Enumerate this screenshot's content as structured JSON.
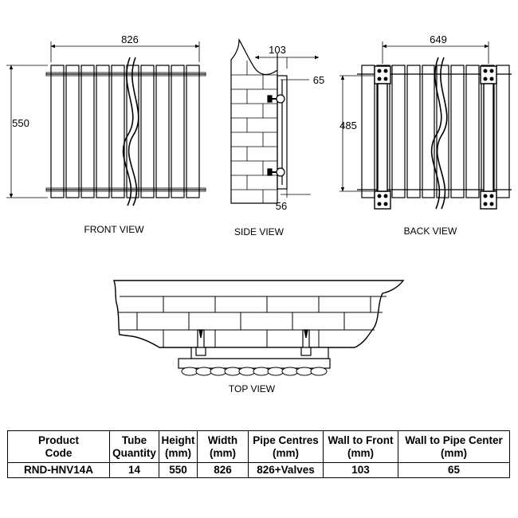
{
  "dimensions": {
    "front_width": "826",
    "front_height": "550",
    "side_depth": "103",
    "side_pipe": "65",
    "side_bottom": "56",
    "back_width": "649",
    "back_height": "485"
  },
  "captions": {
    "front": "FRONT VIEW",
    "side": "SIDE VIEW",
    "back": "BACK VIEW",
    "top": "TOP VIEW"
  },
  "table": {
    "headers": [
      [
        "Product",
        "Code"
      ],
      [
        "Tube",
        "Quantity"
      ],
      [
        "Height",
        "(mm)"
      ],
      [
        "Width",
        "(mm)"
      ],
      [
        "Pipe Centres",
        "(mm)"
      ],
      [
        "Wall to Front",
        "(mm)"
      ],
      [
        "Wall to Pipe Center",
        "(mm)"
      ]
    ],
    "row": [
      "RND-HNV14A",
      "14",
      "550",
      "826",
      "826+Valves",
      "103",
      "65"
    ]
  }
}
